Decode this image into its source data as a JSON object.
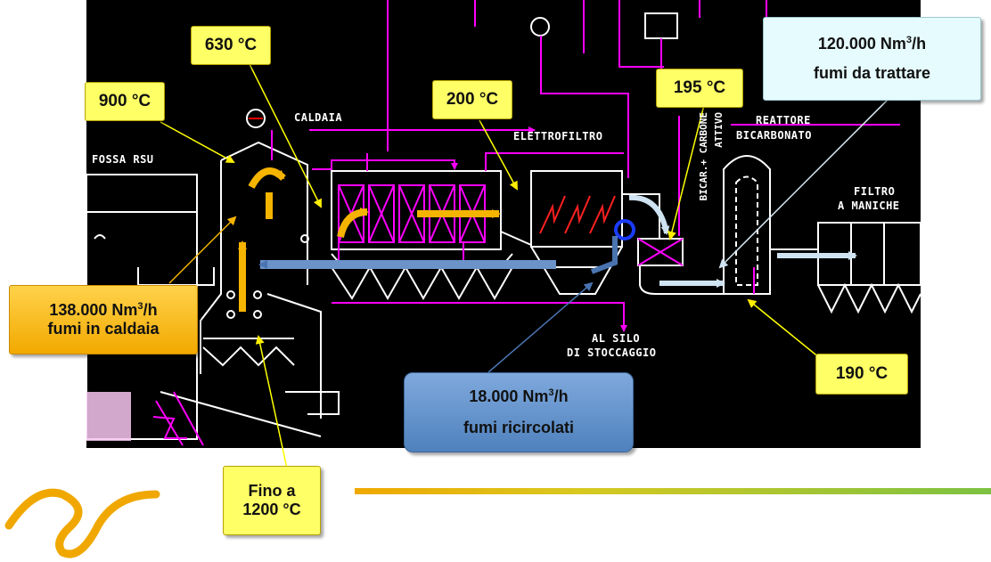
{
  "plant_labels": {
    "fossa": "FOSSA RSU",
    "caldaia": "CALDAIA",
    "elettrofiltro": "ELETTROFILTRO",
    "bicar_line1": "BICAR.+ CARBONE",
    "bicar_line2": "ATTIVO",
    "reattore_line1": "REATTORE",
    "reattore_line2": "BICARBONATO",
    "filtro_line1": "FILTRO",
    "filtro_line2": "A MANICHE",
    "silo_line1": "AL SILO",
    "silo_line2": "DI STOCCAGGIO"
  },
  "callouts": {
    "t900": "900 °C",
    "t630": "630 °C",
    "t200": "200 °C",
    "t195": "195 °C",
    "t190": "190 °C",
    "t1200_line1": "Fino a",
    "t1200_line2": "1200 °C",
    "flow120_value": "120.000 Nm",
    "flow120_exp": "3",
    "flow120_unit": "/h",
    "flow120_desc": "fumi da trattare",
    "flow138_value": "138.000 Nm",
    "flow138_exp": "3",
    "flow138_unit": "/h",
    "flow138_desc": "fumi in caldaia",
    "flow18_value": "18.000 Nm",
    "flow18_exp": "3",
    "flow18_unit": "/h",
    "flow18_desc": "fumi ricircolati"
  },
  "colors": {
    "schematic_bg": "#000000",
    "schematic_line": "#ffffff",
    "pipe": "#ff00ff",
    "flue_gas_arrow": "#f5b400",
    "recirculation_arrow": "#6b93c9",
    "callout_yellow": "#ffff66",
    "callout_orange": "#f2a900",
    "callout_blue": "#4f81bd",
    "brand_swoosh": "#f0a800",
    "brand_band": "#7cc242"
  }
}
